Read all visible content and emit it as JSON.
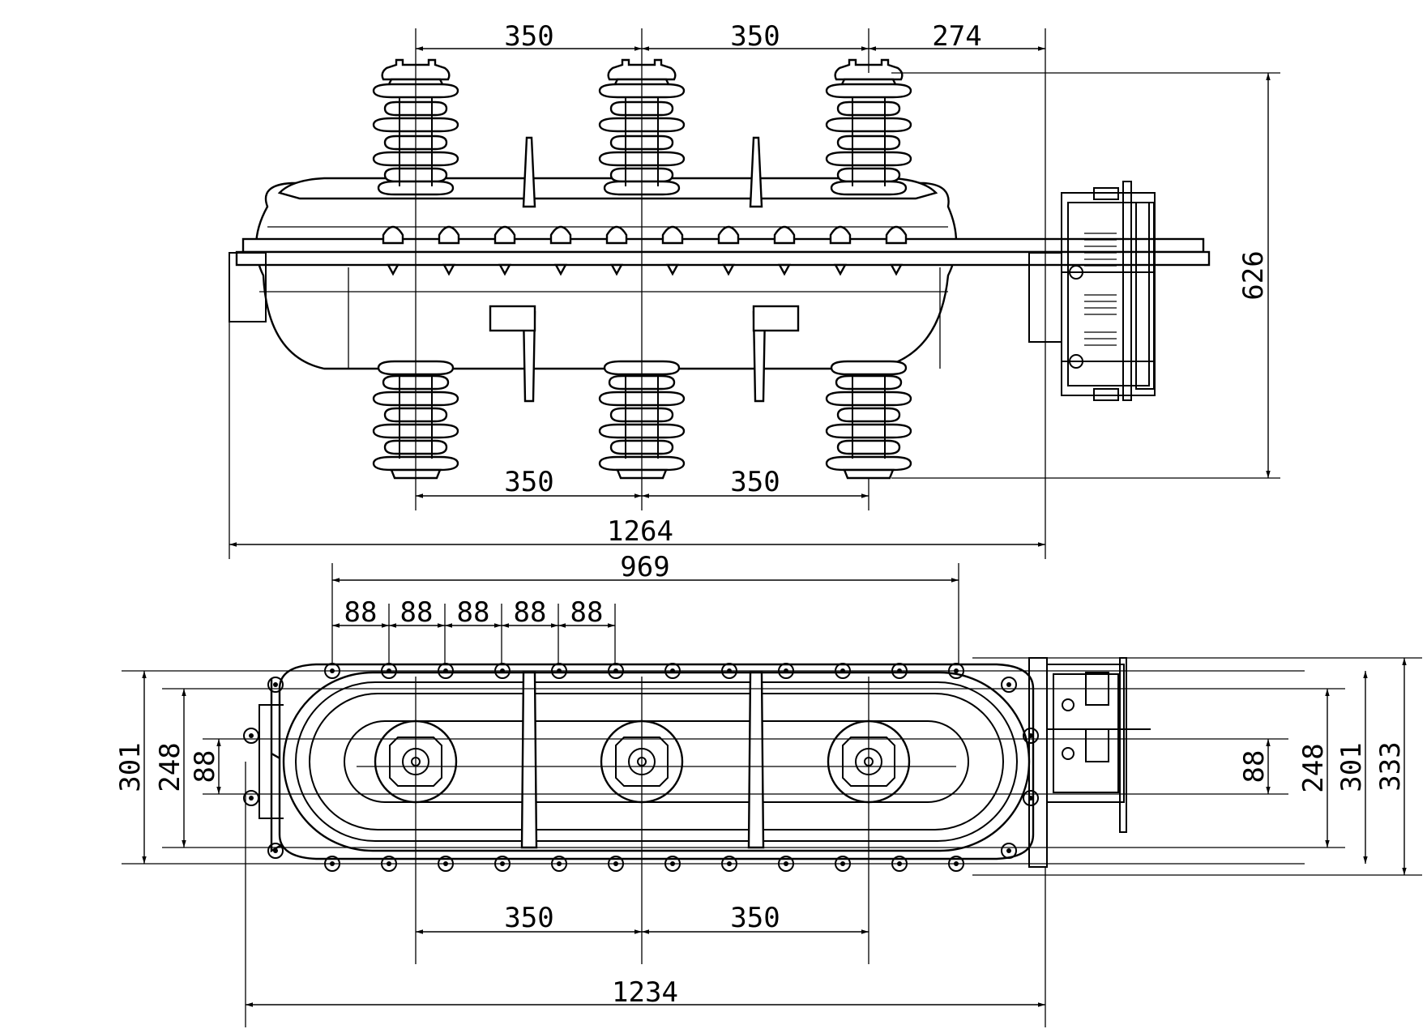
{
  "front_view": {
    "top_dims": [
      "350",
      "350",
      "274"
    ],
    "bottom_dims": [
      "350",
      "350"
    ],
    "overall_width": "1264",
    "height": "626"
  },
  "top_view": {
    "flange_span": "969",
    "bolt_pitch": [
      "88",
      "88",
      "88",
      "88",
      "88"
    ],
    "left_dims": [
      "301",
      "248",
      "88"
    ],
    "right_dims": [
      "88",
      "248",
      "301",
      "333"
    ],
    "bottom_dims": [
      "350",
      "350"
    ],
    "overall_width": "1234"
  }
}
